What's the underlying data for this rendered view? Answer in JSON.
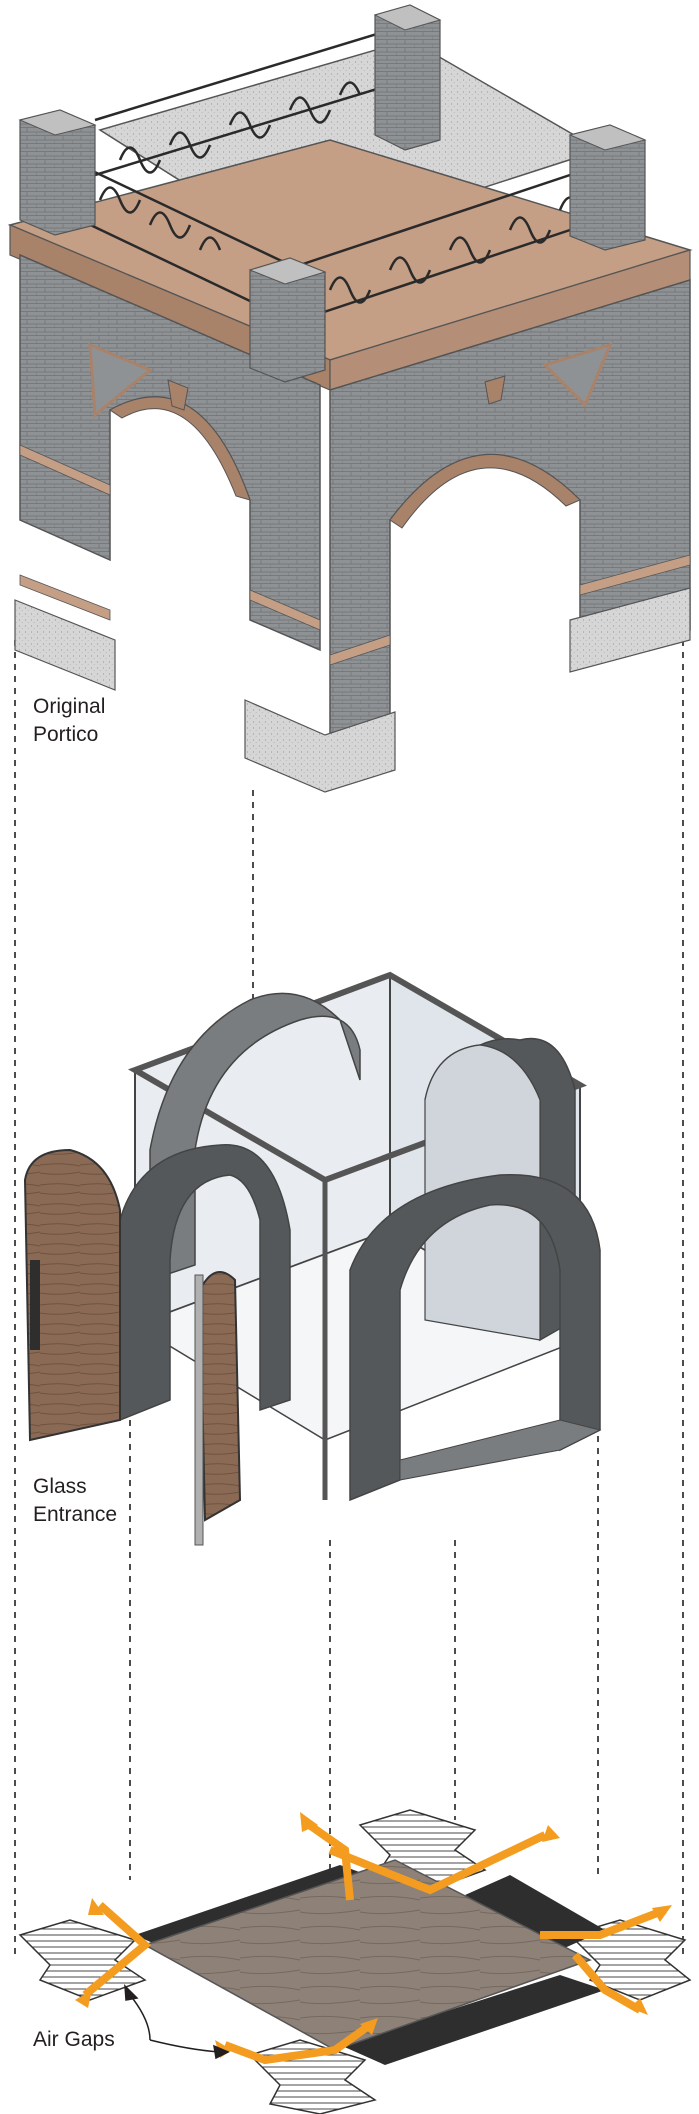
{
  "labels": {
    "portico_line1": "Original",
    "portico_line2": "Portico",
    "glass_line1": "Glass",
    "glass_line2": "Entrance",
    "air_gaps": "Air Gaps"
  },
  "colors": {
    "brick": "#8f9295",
    "brick_dark": "#6f7275",
    "sandstone": "#c49f86",
    "sandstone_dark": "#a9826a",
    "granite": "#cfcfcf",
    "railing": "#2a2a2a",
    "arch_dark": "#55585b",
    "arch_mid": "#7a7d80",
    "glass": "#e9edf1",
    "wood": "#8a6a55",
    "floor_wood": "#8e8178",
    "floor_gap": "#2e2e2e",
    "arrow": "#f39c1f",
    "hatch": "#4a4a4a",
    "dash": "#231f20"
  },
  "icons": [
    "arrow-icon"
  ]
}
